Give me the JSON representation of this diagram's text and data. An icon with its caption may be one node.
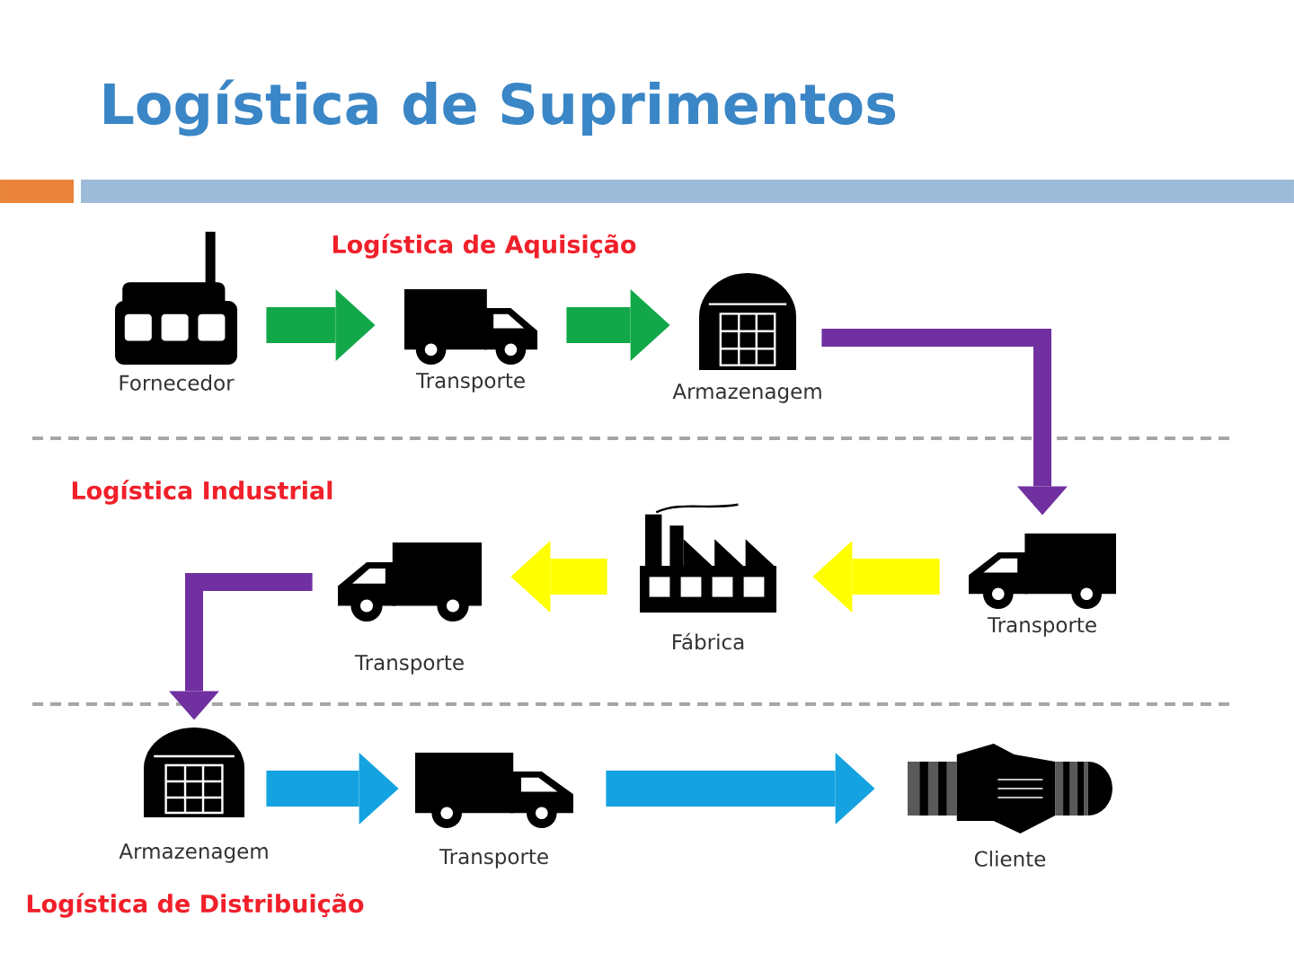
{
  "diagram": {
    "title": "Logística de Suprimentos",
    "nodes": [
      {
        "text": [],
        "shape": "picture",
        "beside": [
          "Fornecedor"
        ]
      },
      {
        "text": [],
        "shape": "picture",
        "beside": [
          "Transporte"
        ]
      },
      {
        "text": [],
        "shape": "picture",
        "beside": [
          "Armazenagem"
        ]
      },
      {
        "text": [],
        "shape": "picture",
        "beside": [
          "Transporte"
        ]
      },
      {
        "text": [],
        "shape": "picture",
        "beside": [
          "Fábrica"
        ]
      },
      {
        "text": [],
        "shape": "picture",
        "beside": [
          "Transporte"
        ]
      },
      {
        "text": [],
        "shape": "picture",
        "beside": [
          "Armazenagem"
        ]
      },
      {
        "text": [],
        "shape": "picture",
        "beside": [
          "Transporte"
        ]
      },
      {
        "text": [],
        "shape": "picture",
        "beside": [
          "Cliente"
        ]
      }
    ],
    "edges": [
      {
        "from": 0,
        "to": 1,
        "arrow": "to",
        "color": "#12a84a"
      },
      {
        "from": 1,
        "to": 2,
        "arrow": "to",
        "color": "#12a84a"
      },
      {
        "from": 2,
        "to": 5,
        "arrow": "to",
        "color": "#7030a0"
      },
      {
        "from": 5,
        "to": 4,
        "arrow": "to",
        "color": "#ffff00"
      },
      {
        "from": 4,
        "to": 3,
        "arrow": "to",
        "color": "#ffff00"
      },
      {
        "from": 3,
        "to": 6,
        "arrow": "to",
        "color": "#7030a0"
      },
      {
        "from": 6,
        "to": 7,
        "arrow": "to",
        "color": "#14a3e0"
      },
      {
        "from": 7,
        "to": 8,
        "arrow": "to",
        "color": "#14a3e0"
      }
    ],
    "labels": [
      "Logística de Aquisição",
      "Logística Industrial",
      "Logística de Distribuição"
    ]
  }
}
